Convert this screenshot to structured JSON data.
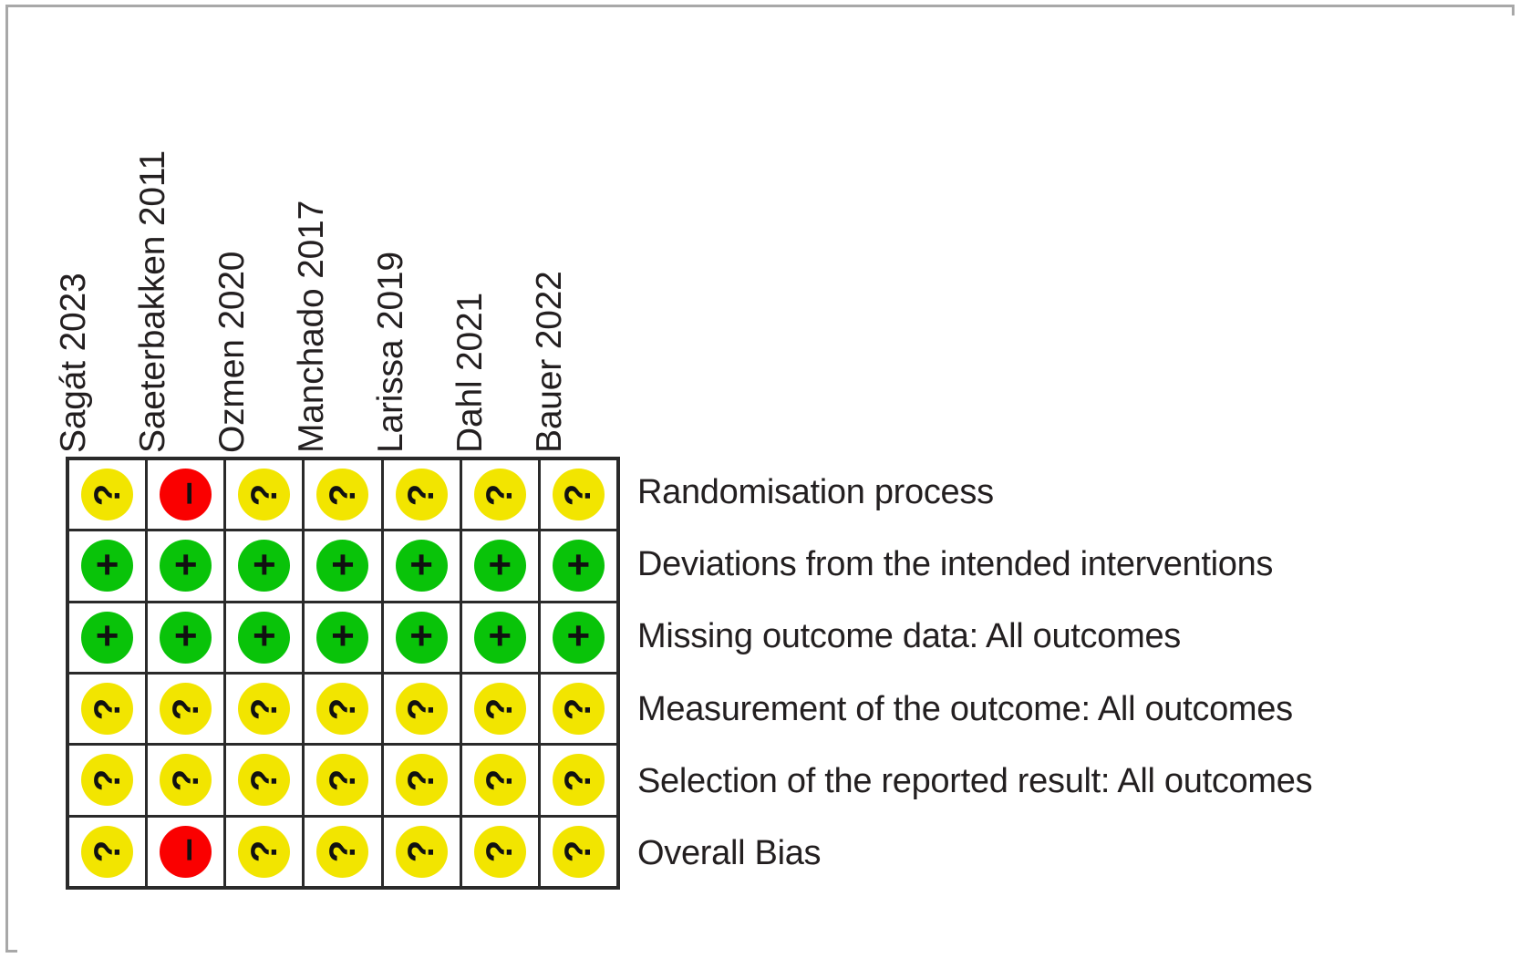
{
  "figure": {
    "kind": "risk-of-bias-traffic-light-plot",
    "frame_color": "#a8a8a8",
    "grid_line_color": "#2a2a2a",
    "text_color": "#231f20"
  },
  "legend_colors": {
    "low": "#09c309",
    "some_concerns": "#f2e500",
    "high": "#fa0000"
  },
  "judgement_glyphs": {
    "low": "+",
    "some_concerns": "?",
    "high": "–"
  },
  "studies": [
    {
      "label": "Sagát 2023"
    },
    {
      "label": "Saeterbakken 2011"
    },
    {
      "label": "Ozmen 2020"
    },
    {
      "label": "Manchado 2017"
    },
    {
      "label": "Larissa 2019"
    },
    {
      "label": "Dahl 2021"
    },
    {
      "label": "Bauer 2022"
    }
  ],
  "domains": [
    {
      "label": "Randomisation process"
    },
    {
      "label": "Deviations from the intended interventions"
    },
    {
      "label": "Missing outcome data: All outcomes"
    },
    {
      "label": "Measurement of the outcome: All outcomes"
    },
    {
      "label": "Selection of the reported result: All outcomes"
    },
    {
      "label": "Overall Bias"
    }
  ],
  "chart_data": {
    "type": "heatmap",
    "title": "",
    "xlabel": "",
    "ylabel": "",
    "grid": true,
    "legend_position": "none",
    "categories": [
      "Sagát 2023",
      "Saeterbakken 2011",
      "Ozmen 2020",
      "Manchado 2017",
      "Larissa 2019",
      "Dahl 2021",
      "Bauer 2022"
    ],
    "rows": [
      "Randomisation process",
      "Deviations from the intended interventions",
      "Missing outcome data: All outcomes",
      "Measurement of the outcome: All outcomes",
      "Selection of the reported result: All outcomes",
      "Overall Bias"
    ],
    "value_scale": [
      {
        "code": "low",
        "glyph": "+",
        "color": "#09c309",
        "meaning": "Low risk"
      },
      {
        "code": "some_concerns",
        "glyph": "?",
        "color": "#f2e500",
        "meaning": "Some concerns"
      },
      {
        "code": "high",
        "glyph": "–",
        "color": "#fa0000",
        "meaning": "High risk"
      }
    ],
    "series": [
      {
        "name": "Randomisation process",
        "values": [
          "some_concerns",
          "high",
          "some_concerns",
          "some_concerns",
          "some_concerns",
          "some_concerns",
          "some_concerns"
        ]
      },
      {
        "name": "Deviations from the intended interventions",
        "values": [
          "low",
          "low",
          "low",
          "low",
          "low",
          "low",
          "low"
        ]
      },
      {
        "name": "Missing outcome data: All outcomes",
        "values": [
          "low",
          "low",
          "low",
          "low",
          "low",
          "low",
          "low"
        ]
      },
      {
        "name": "Measurement of the outcome: All outcomes",
        "values": [
          "some_concerns",
          "some_concerns",
          "some_concerns",
          "some_concerns",
          "some_concerns",
          "some_concerns",
          "some_concerns"
        ]
      },
      {
        "name": "Selection of the reported result: All outcomes",
        "values": [
          "some_concerns",
          "some_concerns",
          "some_concerns",
          "some_concerns",
          "some_concerns",
          "some_concerns",
          "some_concerns"
        ]
      },
      {
        "name": "Overall Bias",
        "values": [
          "some_concerns",
          "high",
          "some_concerns",
          "some_concerns",
          "some_concerns",
          "some_concerns",
          "some_concerns"
        ]
      }
    ]
  }
}
